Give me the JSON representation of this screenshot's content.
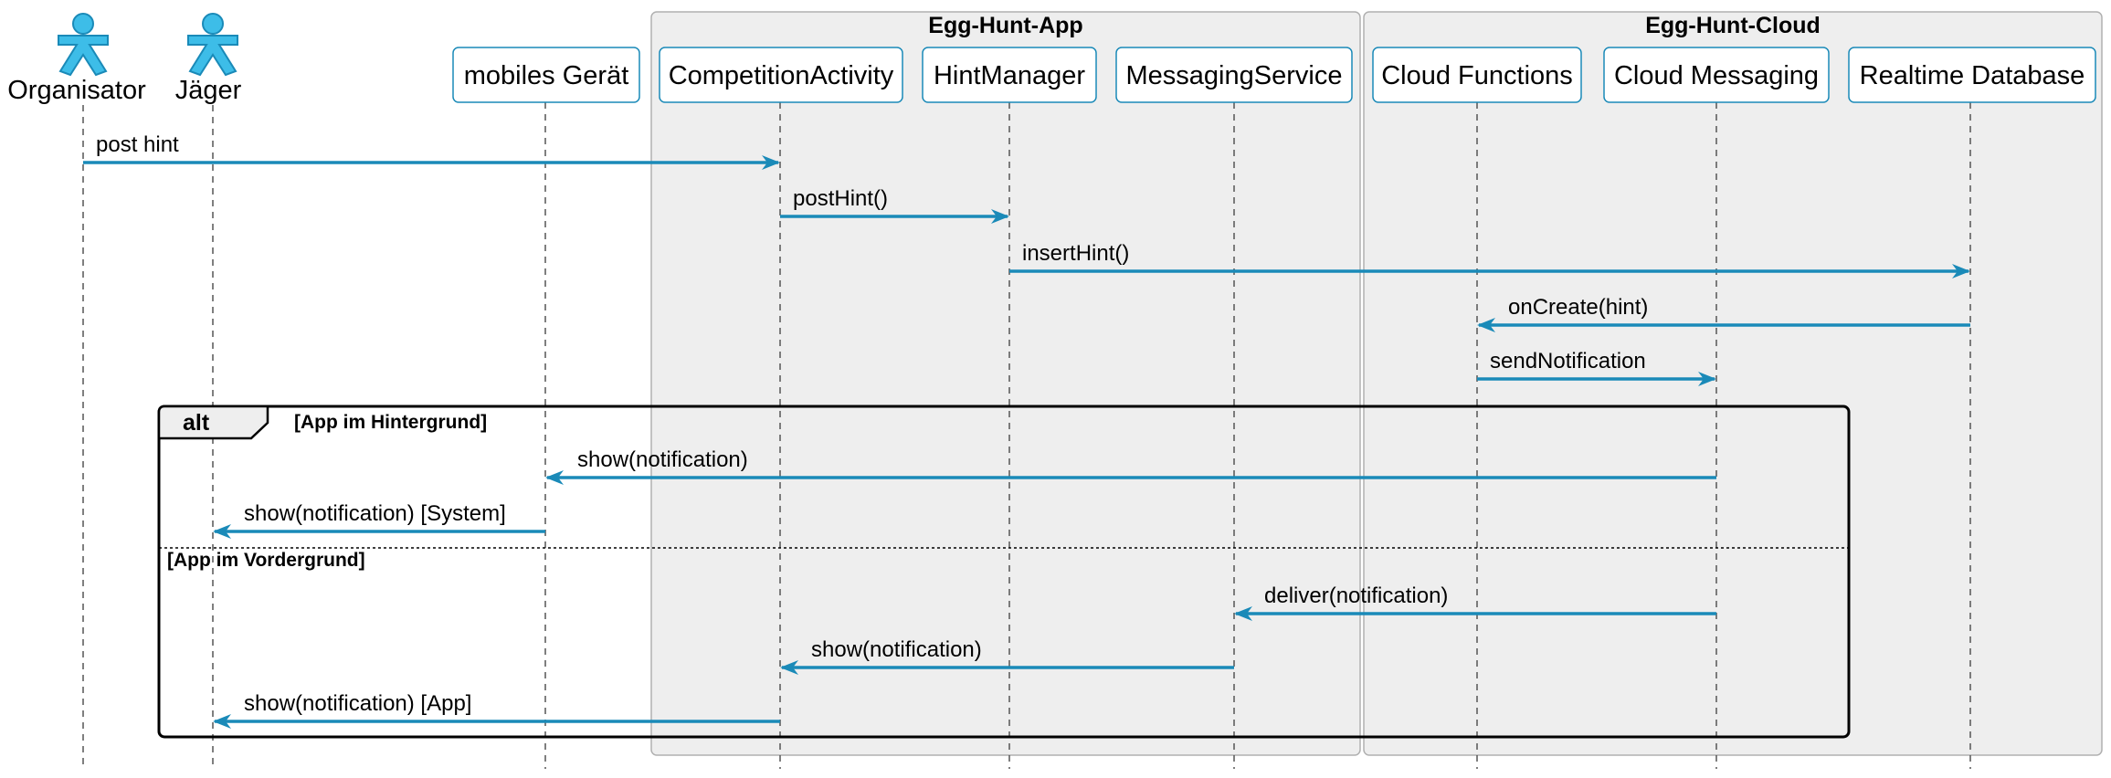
{
  "colors": {
    "accent": "#1a8ab8",
    "actor_fill": "#3dbde8",
    "group_fill": "#eeeeee",
    "group_border": "#b0b0b0",
    "box_border": "#1a8ab8"
  },
  "groups": [
    {
      "id": "app",
      "title": "Egg-Hunt-App"
    },
    {
      "id": "cloud",
      "title": "Egg-Hunt-Cloud"
    }
  ],
  "actors": [
    {
      "id": "organisator",
      "label": "Organisator",
      "icon": "person-actor-icon"
    },
    {
      "id": "jaeger",
      "label": "Jäger",
      "icon": "person-actor-icon"
    }
  ],
  "participants": [
    {
      "id": "geraet",
      "label": "mobiles Gerät"
    },
    {
      "id": "competition",
      "label": "CompetitionActivity"
    },
    {
      "id": "hintmanager",
      "label": "HintManager"
    },
    {
      "id": "messaging",
      "label": "MessagingService"
    },
    {
      "id": "functions",
      "label": "Cloud Functions"
    },
    {
      "id": "cloudmsg",
      "label": "Cloud Messaging"
    },
    {
      "id": "database",
      "label": "Realtime Database"
    }
  ],
  "messages": [
    {
      "from": "organisator",
      "to": "competition",
      "label": "post hint"
    },
    {
      "from": "competition",
      "to": "hintmanager",
      "label": "postHint()"
    },
    {
      "from": "hintmanager",
      "to": "database",
      "label": "insertHint()"
    },
    {
      "from": "database",
      "to": "functions",
      "label": "onCreate(hint)"
    },
    {
      "from": "functions",
      "to": "cloudmsg",
      "label": "sendNotification"
    },
    {
      "from": "cloudmsg",
      "to": "geraet",
      "label": "show(notification)"
    },
    {
      "from": "geraet",
      "to": "jaeger",
      "label": "show(notification) [System]"
    },
    {
      "from": "cloudmsg",
      "to": "messaging",
      "label": "deliver(notification)"
    },
    {
      "from": "messaging",
      "to": "competition",
      "label": "show(notification)"
    },
    {
      "from": "competition",
      "to": "jaeger",
      "label": "show(notification) [App]"
    }
  ],
  "fragment": {
    "keyword": "alt",
    "guard_1": "[App im Hintergrund]",
    "guard_2": "[App im Vordergrund]"
  }
}
